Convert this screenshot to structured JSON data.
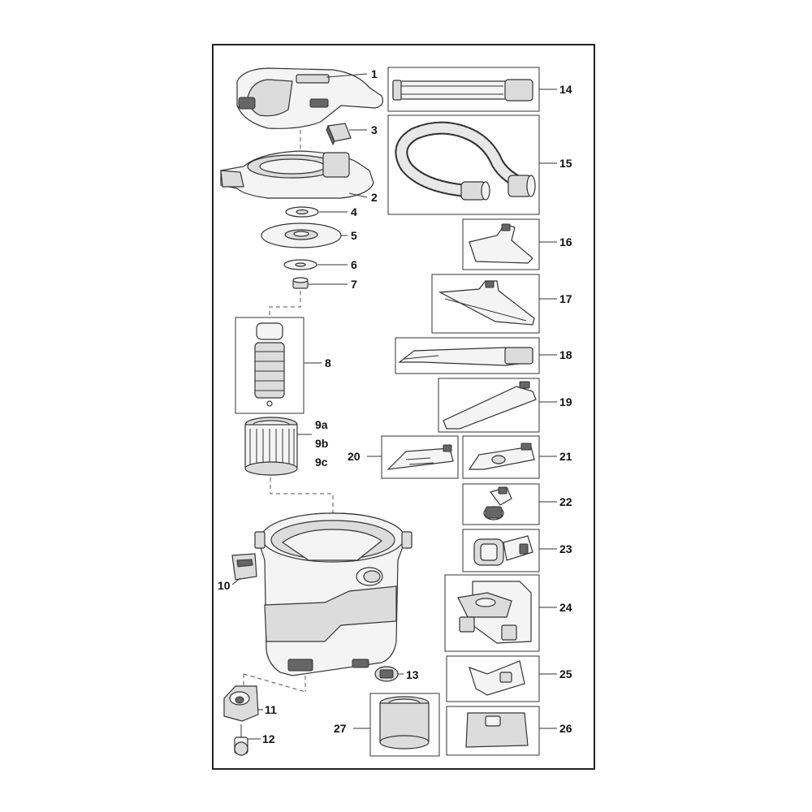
{
  "labels": {
    "p1": "1",
    "p2": "2",
    "p3": "3",
    "p4": "4",
    "p5": "5",
    "p6": "6",
    "p7": "7",
    "p8": "8",
    "p9a": "9a",
    "p9b": "9b",
    "p9c": "9c",
    "p10": "10",
    "p11": "11",
    "p12": "12",
    "p13": "13",
    "p14": "14",
    "p15": "15",
    "p16": "16",
    "p17": "17",
    "p18": "18",
    "p19": "19",
    "p20": "20",
    "p21": "21",
    "p22": "22",
    "p23": "23",
    "p24": "24",
    "p25": "25",
    "p26": "26",
    "p27": "27"
  },
  "colors": {
    "line": "#333333",
    "fill_light": "#f4f4f4",
    "fill_mid": "#dcdcdc",
    "fill_dark": "#666666"
  }
}
